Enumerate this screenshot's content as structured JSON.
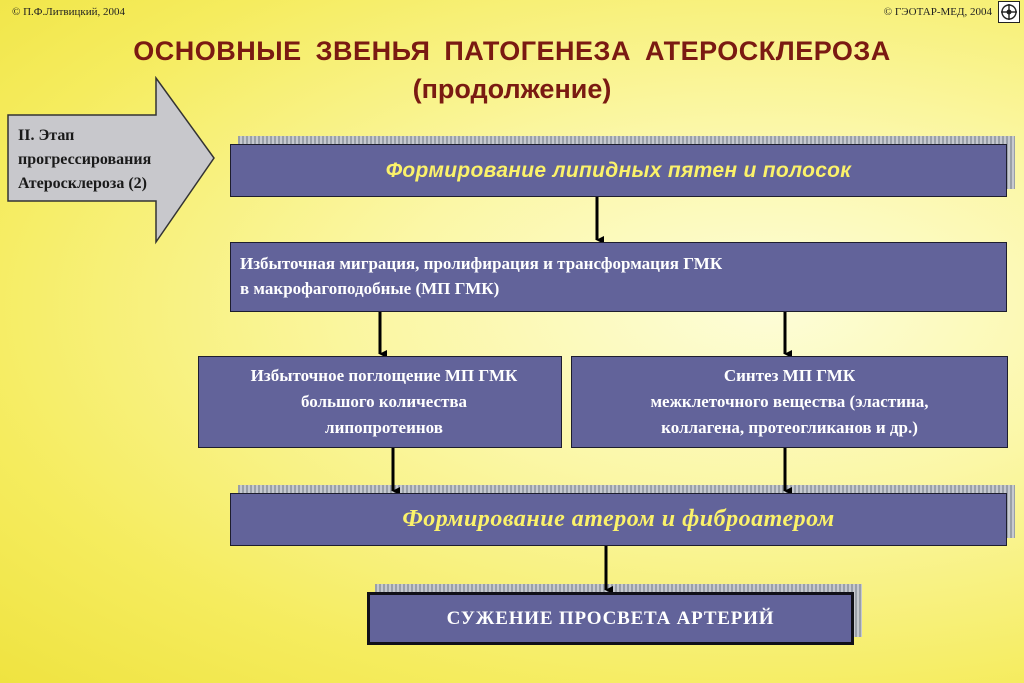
{
  "header": {
    "copyright_left": "© П.Ф.Литвицкий, 2004",
    "copyright_right": "© ГЭОТАР-МЕД, 2004",
    "logo_icon": "publisher-emblem-icon"
  },
  "title": {
    "line1": "ОСНОВНЫЕ  ЗВЕНЬЯ  ПАТОГЕНЕЗА  АТЕРОСКЛЕРОЗА",
    "line2": "(продолжение)"
  },
  "stage": {
    "lines": [
      "II. Этап",
      "прогрессирования",
      "Атеросклероза (2)"
    ]
  },
  "flow": {
    "lipid_spots": "Формирование  липидных  пятен  и  полосок",
    "migration": [
      "Избыточная миграция, пролифирация и трансформация ГМК",
      "в макрофагоподобные (МП ГМК)"
    ],
    "uptake": [
      "Избыточное поглощение МП ГМК",
      "большого количества",
      "липопротеинов"
    ],
    "synthesis": [
      "Синтез МП ГМК",
      "межклеточного вещества (эластина,",
      "коллагена, протеогликанов и др.)"
    ],
    "atheroma": "Формирование  атером  и  фиброатером",
    "narrowing": "СУЖЕНИЕ  ПРОСВЕТА  АРТЕРИЙ"
  },
  "colors": {
    "title": "#7a1a12",
    "box_fill": "#62639a",
    "highlight_text": "#fbf26a",
    "arrow_fill": "#c8c8cc"
  }
}
